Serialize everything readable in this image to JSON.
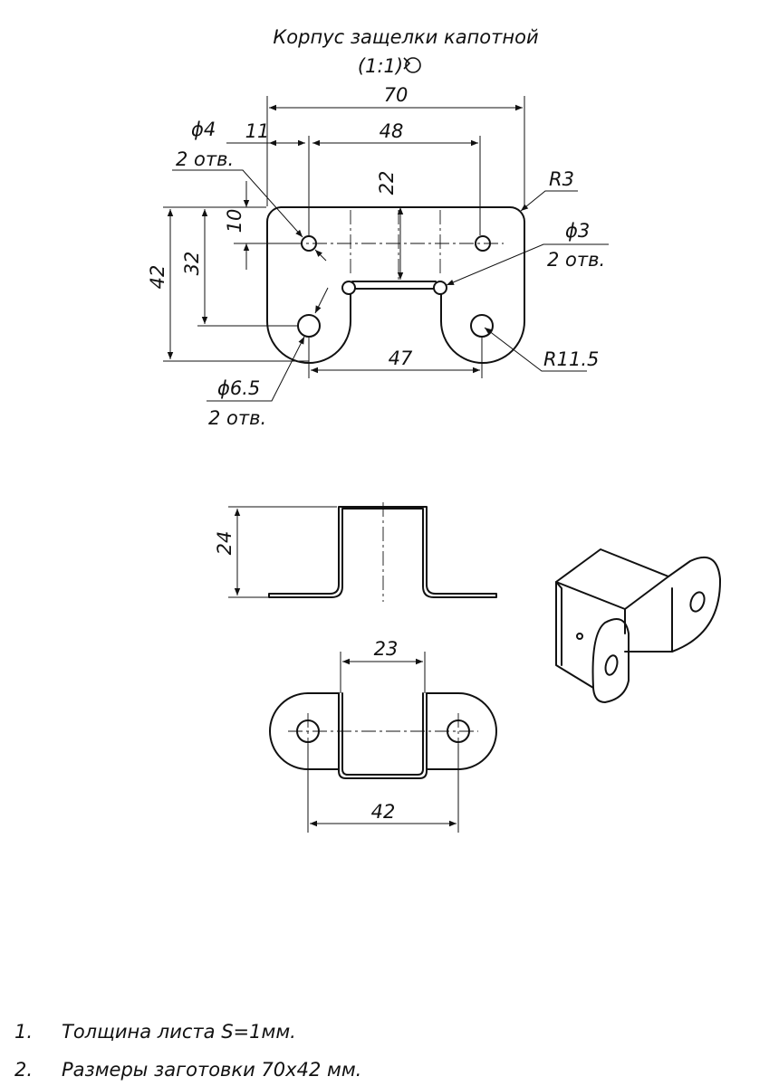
{
  "title": "Корпус защелки капотной",
  "scale": "(1:1)",
  "dimensions": {
    "d70": "70",
    "d11": "11",
    "d48": "48",
    "d22": "22",
    "d10": "10",
    "d32": "32",
    "d42v": "42",
    "d47": "47",
    "d24": "24",
    "d23": "23",
    "d42h": "42"
  },
  "callouts": {
    "phi4": "ϕ4",
    "phi4_count": "2 отв.",
    "phi3": "ϕ3",
    "phi3_count": "2 отв.",
    "phi65": "ϕ6.5",
    "phi65_count": "2 отв.",
    "r3": "R3",
    "r115": "R11.5"
  },
  "notes": [
    {
      "num": "1.",
      "text": "Толщина листа S=1мм."
    },
    {
      "num": "2.",
      "text": "Размеры заготовки 70x42 мм."
    }
  ]
}
